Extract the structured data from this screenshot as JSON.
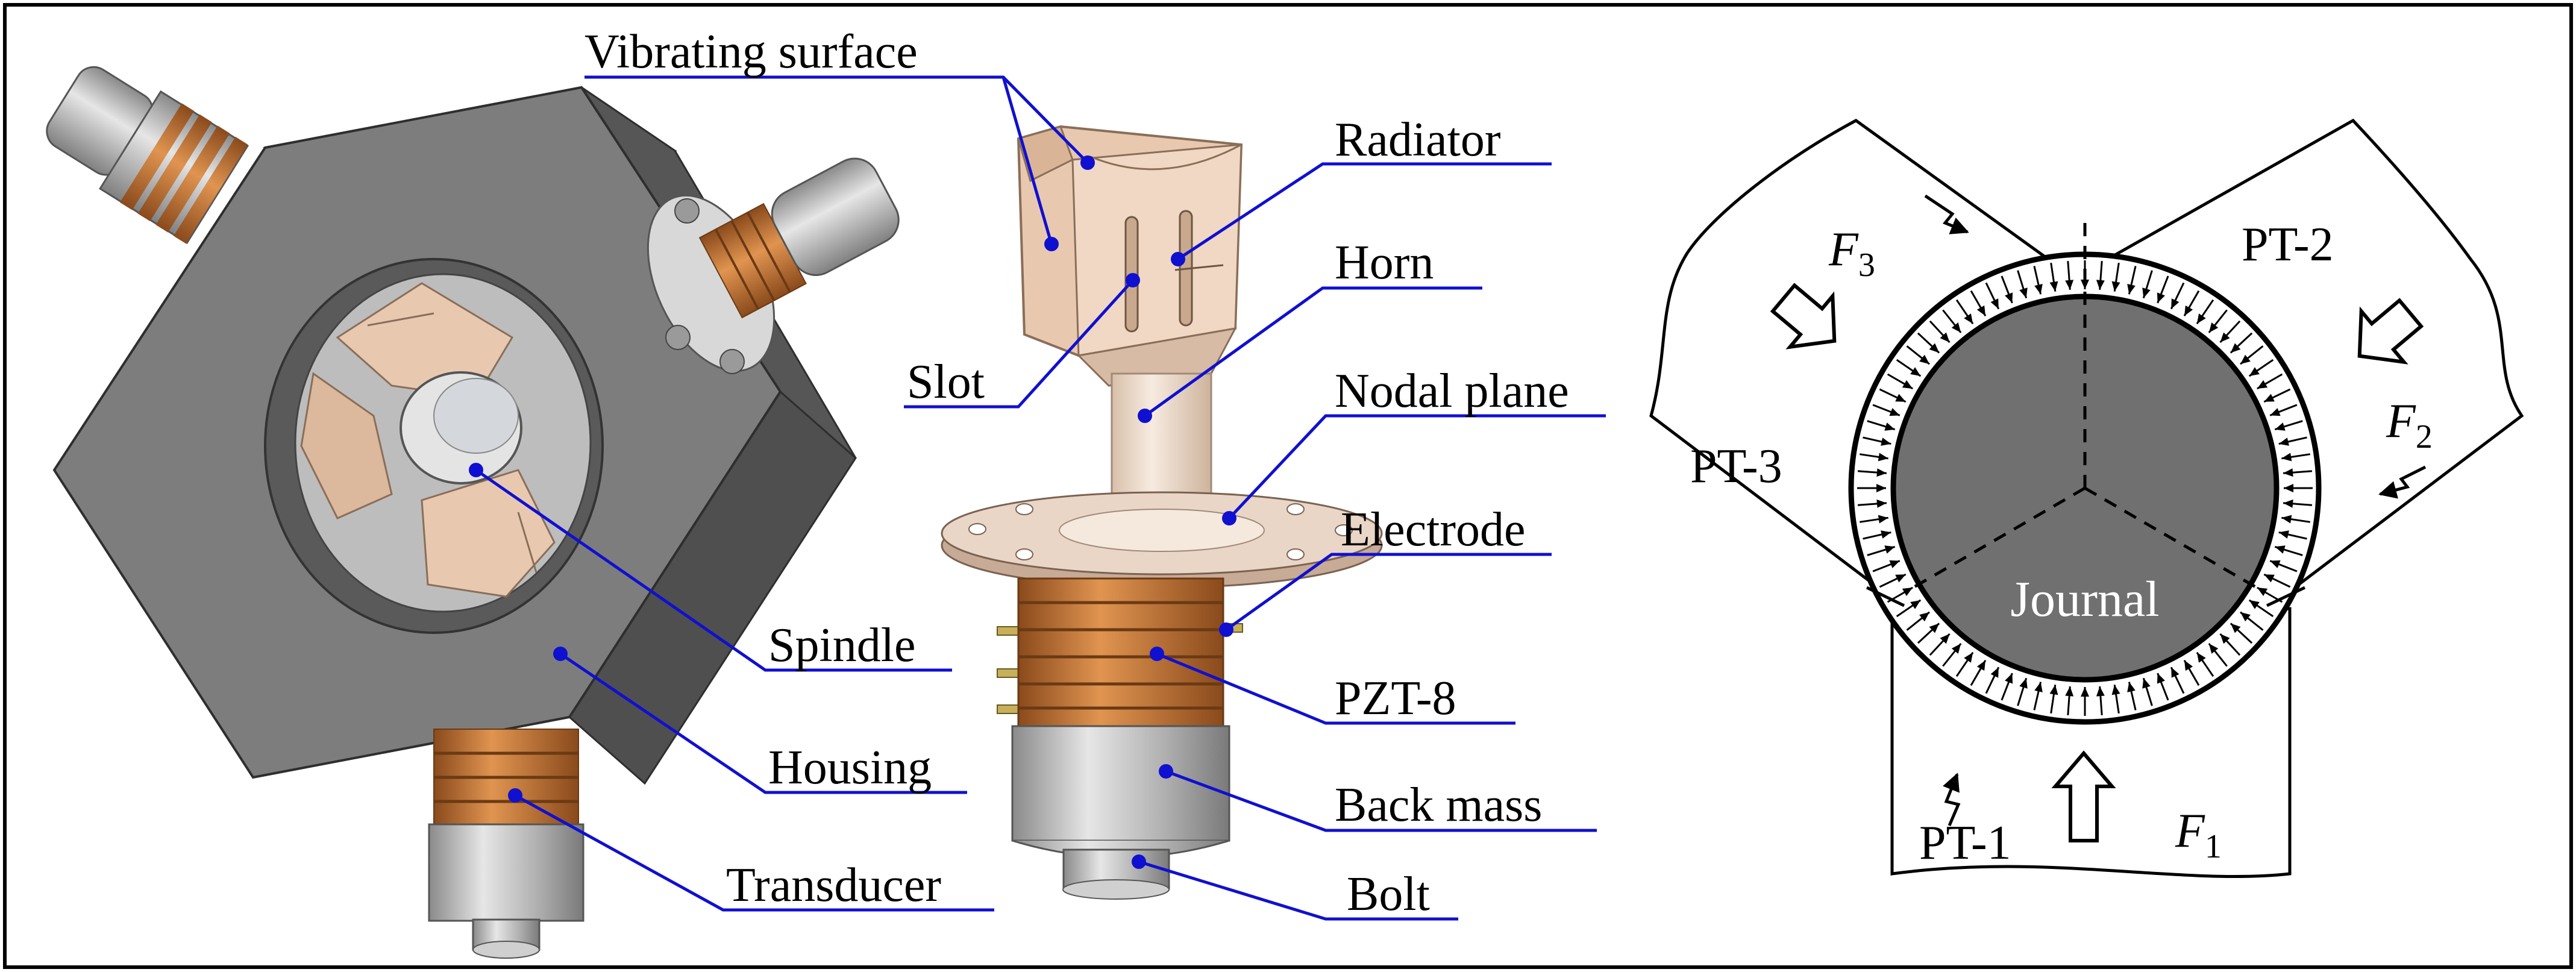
{
  "left_labels": {
    "spindle": "Spindle",
    "housing": "Housing",
    "transducer": "Transducer"
  },
  "middle_labels": {
    "vibrating_surface": "Vibrating surface",
    "radiator": "Radiator",
    "horn": "Horn",
    "slot": "Slot",
    "nodal_plane": "Nodal plane",
    "electrode": "Electrode",
    "pzt8": "PZT-8",
    "back_mass": "Back mass",
    "bolt": "Bolt"
  },
  "right_labels": {
    "journal": "Journal",
    "pt1": "PT-1",
    "pt2": "PT-2",
    "pt3": "PT-3",
    "f1_base": "F",
    "f1_sub": "1",
    "f2_base": "F",
    "f2_sub": "2",
    "f3_base": "F",
    "f3_sub": "3"
  },
  "colors": {
    "leader": "#1010d0",
    "housing": "#7d7d7d",
    "housing_top": "#6a6a6a",
    "radiator": "#e8c9b0",
    "copper": "#c87838",
    "steel": "#b8b8b8",
    "journal": "#707070"
  }
}
